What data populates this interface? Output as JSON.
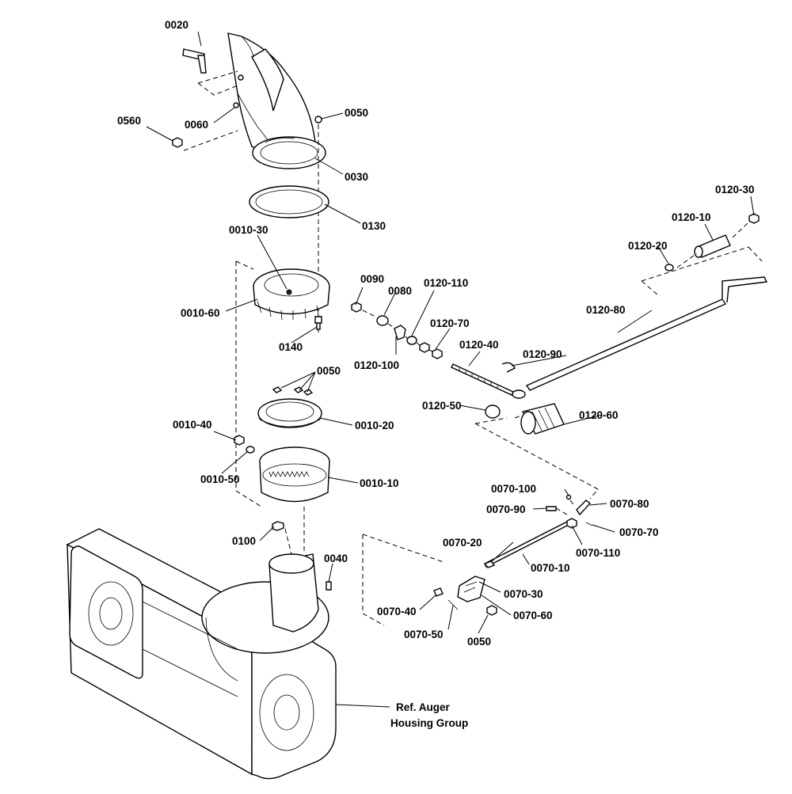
{
  "labels": {
    "p0020": "0020",
    "p0060": "0060",
    "p0560": "0560",
    "p0050_top": "0050",
    "p0030": "0030",
    "p0130": "0130",
    "p0010_30": "0010-30",
    "p0010_60": "0010-60",
    "p0140": "0140",
    "p0050_mid": "0050",
    "p0010_20": "0010-20",
    "p0010_40": "0010-40",
    "p0010_50": "0010-50",
    "p0010_10": "0010-10",
    "p0100": "0100",
    "p0040": "0040",
    "p0090": "0090",
    "p0080": "0080",
    "p0120_110": "0120-110",
    "p0120_70": "0120-70",
    "p0120_100": "0120-100",
    "p0120_40": "0120-40",
    "p0120_90": "0120-90",
    "p0120_50": "0120-50",
    "p0120_60": "0120-60",
    "p0120_80": "0120-80",
    "p0120_20": "0120-20",
    "p0120_10": "0120-10",
    "p0120_30": "0120-30",
    "p0070_100": "0070-100",
    "p0070_90": "0070-90",
    "p0070_80": "0070-80",
    "p0070_70": "0070-70",
    "p0070_110": "0070-110",
    "p0070_20": "0070-20",
    "p0070_10": "0070-10",
    "p0070_30": "0070-30",
    "p0070_40": "0070-40",
    "p0070_60": "0070-60",
    "p0070_50": "0070-50",
    "p0050_bot": "0050",
    "ref_line1": "Ref. Auger",
    "ref_line2": "Housing Group"
  }
}
